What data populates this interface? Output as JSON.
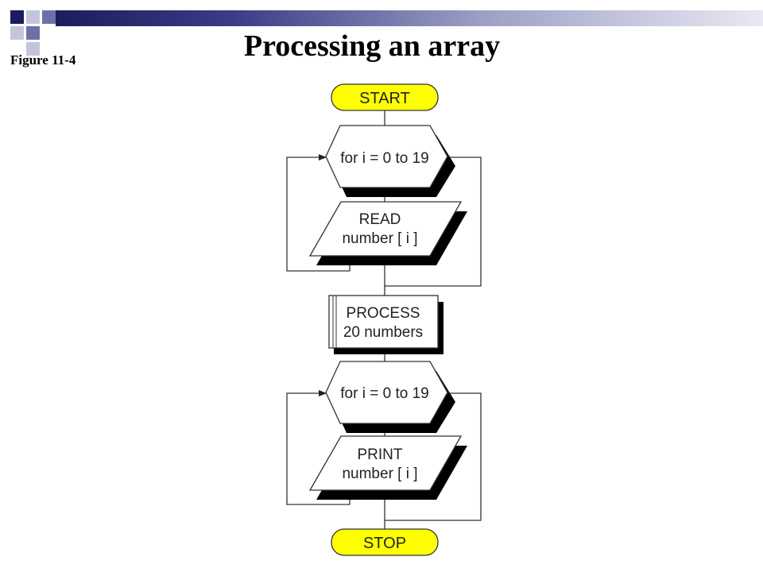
{
  "slide": {
    "title": "Processing an array",
    "figure_label": "Figure 11-4"
  },
  "colors": {
    "terminal_fill": "#ffff00",
    "header_dark": "#1c1d5e",
    "header_mid": "#6d70a8",
    "header_light": "#c4c5dd"
  },
  "flowchart": {
    "start": "START",
    "loop1": "for i = 0 to 19",
    "read_line1": "READ",
    "read_line2": "number [ i ]",
    "process_line1": "PROCESS",
    "process_line2": "20 numbers",
    "loop2": "for i = 0 to 19",
    "print_line1": "PRINT",
    "print_line2": "number [ i ]",
    "stop": "STOP"
  }
}
